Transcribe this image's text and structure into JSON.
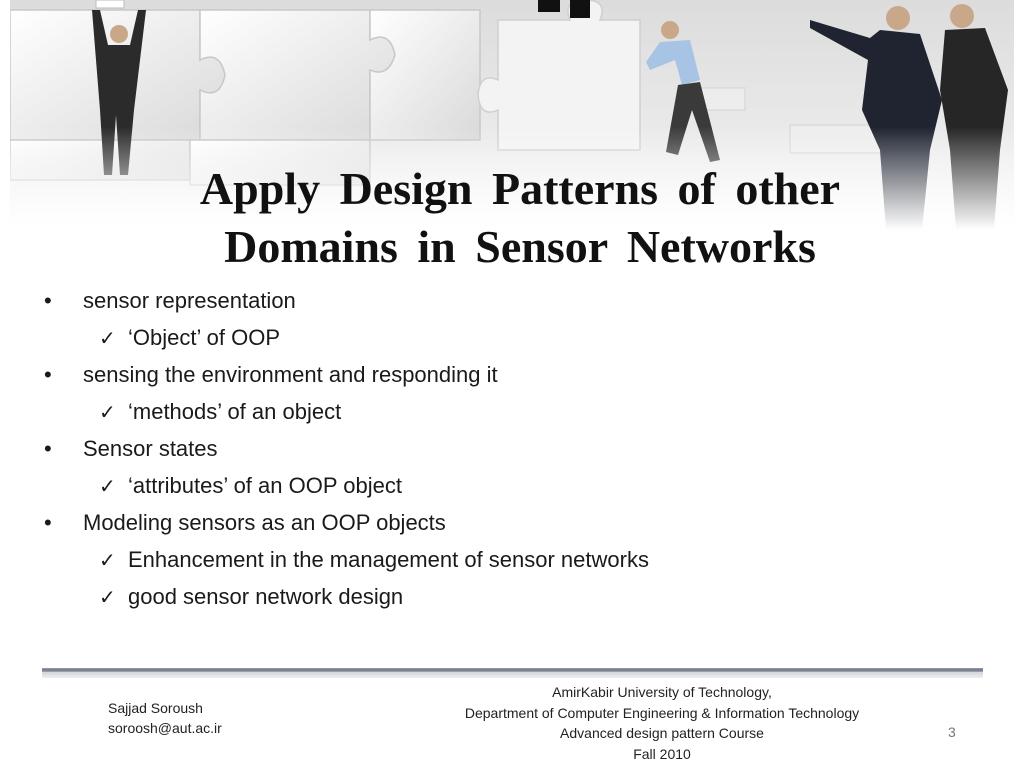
{
  "title": {
    "line1": "Apply  Design  Patterns  of  other",
    "line2": "Domains  in  Sensor  Networks"
  },
  "content": {
    "items": [
      {
        "level": 1,
        "marker": "•",
        "text": "sensor representation"
      },
      {
        "level": 2,
        "marker": "✓",
        "text": "‘Object’ of OOP"
      },
      {
        "level": 1,
        "marker": "•",
        "text": "sensing the environment and responding it"
      },
      {
        "level": 2,
        "marker": "✓",
        "text": "‘methods’ of an object"
      },
      {
        "level": 1,
        "marker": "•",
        "text": "Sensor states"
      },
      {
        "level": 2,
        "marker": "✓",
        "text": "‘attributes’ of an OOP object"
      },
      {
        "level": 1,
        "marker": "•",
        "text": "Modeling sensors as an OOP objects"
      },
      {
        "level": 2,
        "marker": "✓",
        "text": "Enhancement in the management of sensor networks"
      },
      {
        "level": 2,
        "marker": "✓",
        "text": "good sensor network design"
      }
    ]
  },
  "footer": {
    "author_name": "Sajjad Soroush",
    "author_email": "soroosh@aut.ac.ir",
    "center_lines": [
      "AmirKabir University of Technology,",
      "Department of Computer Engineering & Information Technology",
      "Advanced design pattern Course",
      "Fall 2010"
    ],
    "page_number": "3"
  },
  "colors": {
    "title": "#111111",
    "body_text": "#1a1a1a",
    "divider": "#6f7585",
    "page_number": "#777777"
  },
  "icons": [
    "bullet-dot",
    "checkmark-icon"
  ]
}
